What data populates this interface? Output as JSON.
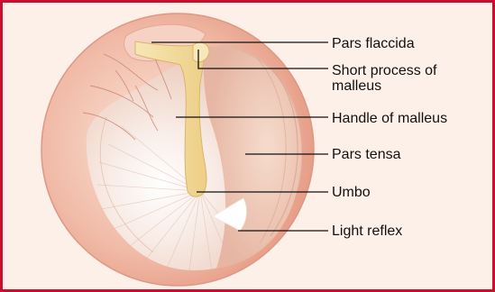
{
  "colors": {
    "frame_red": "#c8102e",
    "panel_bg": "#fdf0e8",
    "eardrum_rim": "#e9a48f",
    "tensa_membrane": "#f4d6c6",
    "malleus_yellow": "#f3dca0",
    "leader_line": "#111111"
  },
  "labels": {
    "pars_flaccida": "Pars flaccida",
    "short_process": {
      "line1": "Short process of",
      "line2": "malleus"
    },
    "handle_of_malleus": "Handle of malleus",
    "pars_tensa": "Pars tensa",
    "umbo": "Umbo",
    "light_reflex": "Light reflex"
  }
}
